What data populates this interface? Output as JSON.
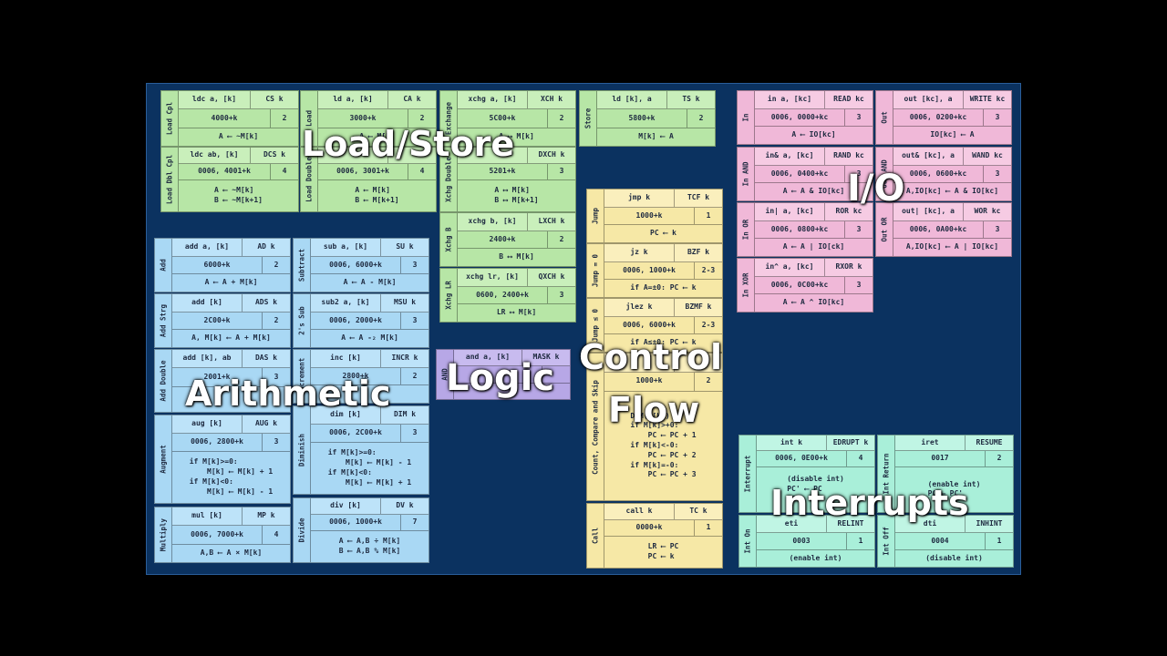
{
  "categories": {
    "load_store": "Load/Store",
    "arithmetic": "Arithmetic",
    "logic": "Logic",
    "control_flow_1": "Control",
    "control_flow_2": "Flow",
    "io": "I/O",
    "interrupts": "Interrupts"
  },
  "cards": {
    "ldc": {
      "side": "Load Cpl",
      "mn": "ldc a, [k]",
      "op": "CS k",
      "code": "4000+k",
      "n": "2",
      "eff": "A ⟵ ~M[k]"
    },
    "ldcd": {
      "side": "Load Dbl Cpl",
      "mn": "ldc ab, [k]",
      "op": "DCS k",
      "code": "0006, 4001+k",
      "n": "4",
      "eff": "A ⟵ ~M[k]\nB ⟵ ~M[k+1]"
    },
    "ld": {
      "side": "Load",
      "mn": "ld a, [k]",
      "op": "CA k",
      "code": "3000+k",
      "n": "2",
      "eff": "A ⟵ M[k]"
    },
    "ldd": {
      "side": "Load Double",
      "mn": "",
      "op": "",
      "code": "0006, 3001+k",
      "n": "4",
      "eff": "A ⟵ M[k]\nB ⟵ M[k+1]"
    },
    "xchg": {
      "side": "Exchange",
      "mn": "xchg a, [k]",
      "op": "XCH k",
      "code": "5C00+k",
      "n": "2",
      "eff": "A ⟷ M[k]"
    },
    "xchgd": {
      "side": "Xchg Double",
      "mn": "",
      "op": "DXCH k",
      "code": "5201+k",
      "n": "3",
      "eff": "A ⟷ M[k]\nB ⟷ M[k+1]"
    },
    "xchgb": {
      "side": "Xchg B",
      "mn": "xchg b, [k]",
      "op": "LXCH k",
      "code": "2400+k",
      "n": "2",
      "eff": "B ⟷ M[k]"
    },
    "xchglr": {
      "side": "Xchg LR",
      "mn": "xchg lr, [k]",
      "op": "QXCH k",
      "code": "0600, 2400+k",
      "n": "3",
      "eff": "LR ⟷ M[k]"
    },
    "st": {
      "side": "Store",
      "mn": "ld [k], a",
      "op": "TS k",
      "code": "5800+k",
      "n": "2",
      "eff": "M[k] ⟵ A"
    },
    "add": {
      "side": "Add",
      "mn": "add a, [k]",
      "op": "AD k",
      "code": "6000+k",
      "n": "2",
      "eff": "A ⟵ A + M[k]"
    },
    "ads": {
      "side": "Add Strg",
      "mn": "add [k]",
      "op": "ADS k",
      "code": "2C00+k",
      "n": "2",
      "eff": "A, M[k] ⟵ A + M[k]"
    },
    "das": {
      "side": "Add Double",
      "mn": "add [k], ab",
      "op": "DAS k",
      "code": "2001+k",
      "n": "3",
      "eff": ""
    },
    "aug": {
      "side": "Augment",
      "mn": "aug [k]",
      "op": "AUG k",
      "code": "0006, 2800+k",
      "n": "3",
      "eff": "if M[k]>=0:\n    M[k] ⟵ M[k] + 1\nif M[k]<0:\n    M[k] ⟵ M[k] - 1"
    },
    "mul": {
      "side": "Multiply",
      "mn": "mul [k]",
      "op": "MP k",
      "code": "0006, 7000+k",
      "n": "4",
      "eff": "A,B ⟵ A × M[k]"
    },
    "sub": {
      "side": "Subtract",
      "mn": "sub a, [k]",
      "op": "SU k",
      "code": "0006, 6000+k",
      "n": "3",
      "eff": "A ⟵ A - M[k]"
    },
    "msu": {
      "side": "2's Sub",
      "mn": "sub2 a, [k]",
      "op": "MSU k",
      "code": "0006, 2000+k",
      "n": "3",
      "eff": "A ⟵ A -₂ M[k]"
    },
    "incr": {
      "side": "Increment",
      "mn": "inc [k]",
      "op": "INCR k",
      "code": "2800+k",
      "n": "2",
      "eff": ""
    },
    "dim": {
      "side": "Diminish",
      "mn": "dim [k]",
      "op": "DIM k",
      "code": "0006, 2C00+k",
      "n": "3",
      "eff": "if M[k]>=0:\n    M[k] ⟵ M[k] - 1\nif M[k]<0:\n    M[k] ⟵ M[k] + 1"
    },
    "div": {
      "side": "Divide",
      "mn": "div [k]",
      "op": "DV k",
      "code": "0006, 1000+k",
      "n": "7",
      "eff": "A ⟵ A,B ÷ M[k]\nB ⟵ A,B % M[k]"
    },
    "and": {
      "side": "AND",
      "mn": "and a, [k]",
      "op": "MASK k",
      "code": "",
      "n": "",
      "eff": ""
    },
    "jmp": {
      "side": "Jump",
      "mn": "jmp k",
      "op": "TCF k",
      "code": "1000+k",
      "n": "1",
      "eff": "PC ⟵ k"
    },
    "jz": {
      "side": "Jump = 0",
      "mn": "jz k",
      "op": "BZF k",
      "code": "0006, 1000+k",
      "n": "2-3",
      "eff": "if A=±0: PC ⟵ k"
    },
    "jlez": {
      "side": "Jump ≤ 0",
      "mn": "jlez k",
      "op": "BZMF k",
      "code": "0006, 6000+k",
      "n": "2-3",
      "eff": "if A≤±0: PC ⟵ k"
    },
    "ccs": {
      "side": "Count, Compare and Skip",
      "mn": "",
      "op": "",
      "code": "1000+k",
      "n": "2",
      "eff": "DIM(M[k])\nif M[k]>+0:\n    PC ⟵ PC + 1\nif M[k]<-0:\n    PC ⟵ PC + 2\nif M[k]=-0:\n    PC ⟵ PC + 3"
    },
    "call": {
      "side": "Call",
      "mn": "call k",
      "op": "TC k",
      "code": "0000+k",
      "n": "1",
      "eff": "LR ⟵ PC\nPC ⟵ k"
    },
    "in": {
      "side": "In",
      "mn": "in a, [kc]",
      "op": "READ kc",
      "code": "0006, 0000+kc",
      "n": "3",
      "eff": "A ⟵ IO[kc]"
    },
    "inand": {
      "side": "In AND",
      "mn": "in& a, [kc]",
      "op": "RAND kc",
      "code": "0006, 0400+kc",
      "n": "3",
      "eff": "A ⟵ A & IO[kc]"
    },
    "inor": {
      "side": "In OR",
      "mn": "in| a, [kc]",
      "op": "ROR kc",
      "code": "0006, 0800+kc",
      "n": "3",
      "eff": "A ⟵ A | IO[ck]"
    },
    "inxor": {
      "side": "In XOR",
      "mn": "in^ a, [kc]",
      "op": "RXOR k",
      "code": "0006, 0C00+kc",
      "n": "3",
      "eff": "A ⟵ A ^ IO[kc]"
    },
    "out": {
      "side": "Out",
      "mn": "out [kc], a",
      "op": "WRITE kc",
      "code": "0006, 0200+kc",
      "n": "3",
      "eff": "IO[kc] ⟵ A"
    },
    "outand": {
      "side": "Out AND",
      "mn": "out& [kc], a",
      "op": "WAND kc",
      "code": "0006, 0600+kc",
      "n": "3",
      "eff": "A,IO[kc] ⟵ A & IO[kc]"
    },
    "outor": {
      "side": "Out OR",
      "mn": "out| [kc], a",
      "op": "WOR kc",
      "code": "0006, 0A00+kc",
      "n": "3",
      "eff": "A,IO[kc] ⟵ A | IO[kc]"
    },
    "int": {
      "side": "Interrupt",
      "mn": "int k",
      "op": "EDRUPT k",
      "code": "0006, 0E00+k",
      "n": "4",
      "eff": "(disable int)\nPC' ⟵ PC\nPC ⟵ 0"
    },
    "iret": {
      "side": "Int Return",
      "mn": "iret",
      "op": "RESUME",
      "code": "0017",
      "n": "2",
      "eff": "(enable int)\nPC ⟵ PC'"
    },
    "inton": {
      "side": "Int On",
      "mn": "eti",
      "op": "RELINT",
      "code": "0003",
      "n": "1",
      "eff": "(enable int)"
    },
    "intoff": {
      "side": "Int Off",
      "mn": "dti",
      "op": "INHINT",
      "code": "0004",
      "n": "1",
      "eff": "(disable int)"
    }
  }
}
